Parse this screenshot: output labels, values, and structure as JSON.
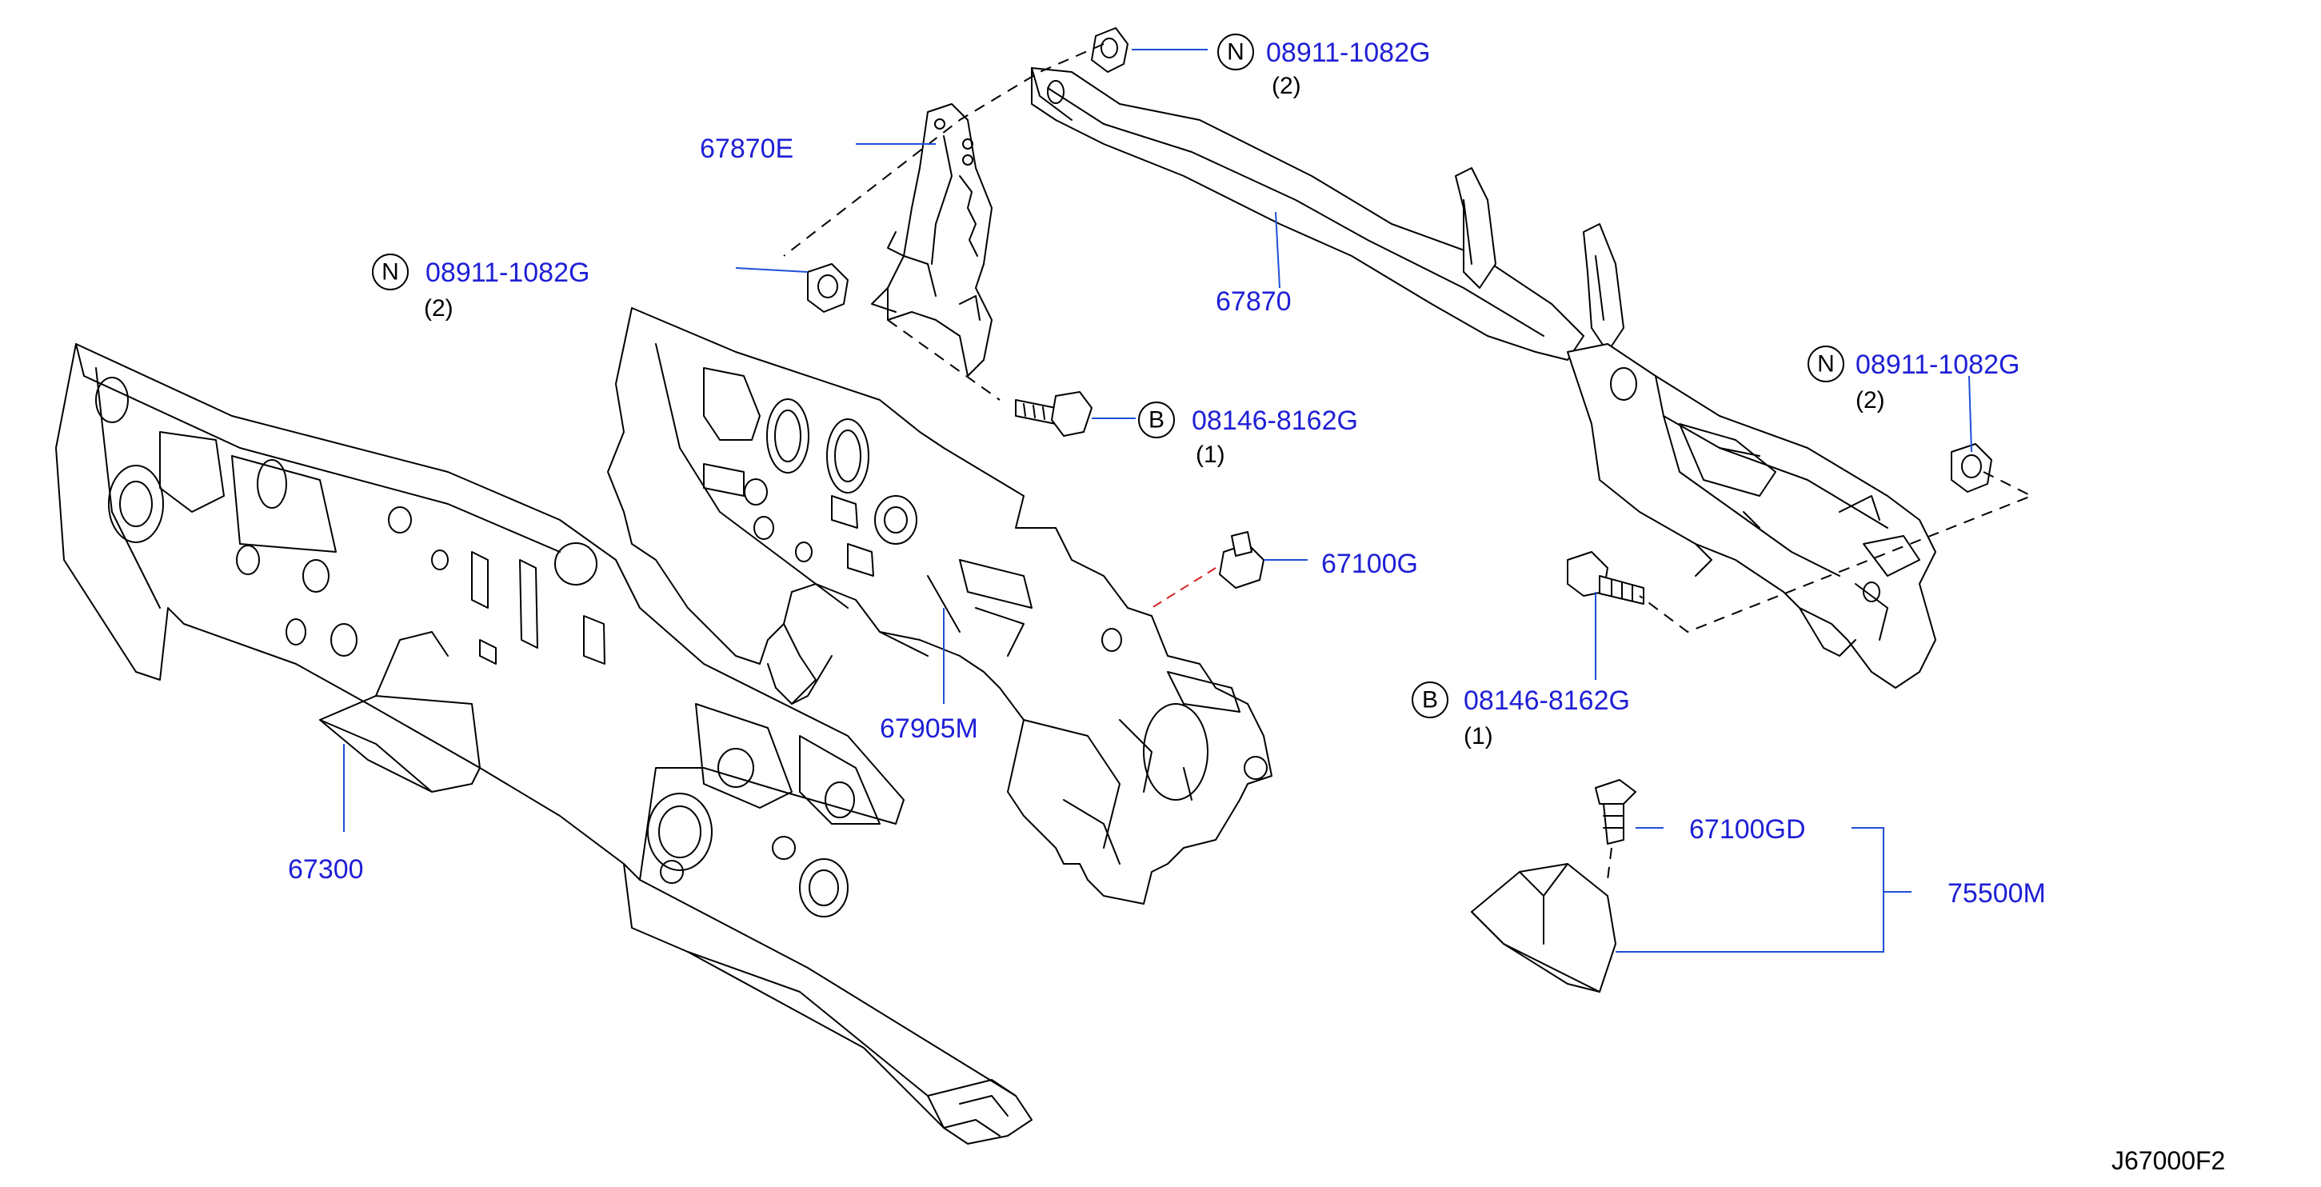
{
  "colors": {
    "callout": "#1f1fd6",
    "leader": "#1f4fd6",
    "line": "#000000",
    "alignment_red": "#d62020"
  },
  "callouts": {
    "nut_top": {
      "symbol": "N",
      "part": "08911-1082G",
      "qty": "(2)"
    },
    "bracket": {
      "part": "67870E"
    },
    "nut_left": {
      "symbol": "N",
      "part": "08911-1082G",
      "qty": "(2)"
    },
    "beam": {
      "part": "67870"
    },
    "bolt_mid": {
      "symbol": "B",
      "part": "08146-8162G",
      "qty": "(1)"
    },
    "nut_right": {
      "symbol": "N",
      "part": "08911-1082G",
      "qty": "(2)"
    },
    "clip": {
      "part": "67100G"
    },
    "insulator": {
      "part": "67905M"
    },
    "bolt_right": {
      "symbol": "B",
      "part": "08146-8162G",
      "qty": "(1)"
    },
    "dash_panel": {
      "part": "67300"
    },
    "clip_gd": {
      "part": "67100GD"
    },
    "assembly": {
      "part": "75500M"
    }
  },
  "diagram_ref": "J67000F2"
}
